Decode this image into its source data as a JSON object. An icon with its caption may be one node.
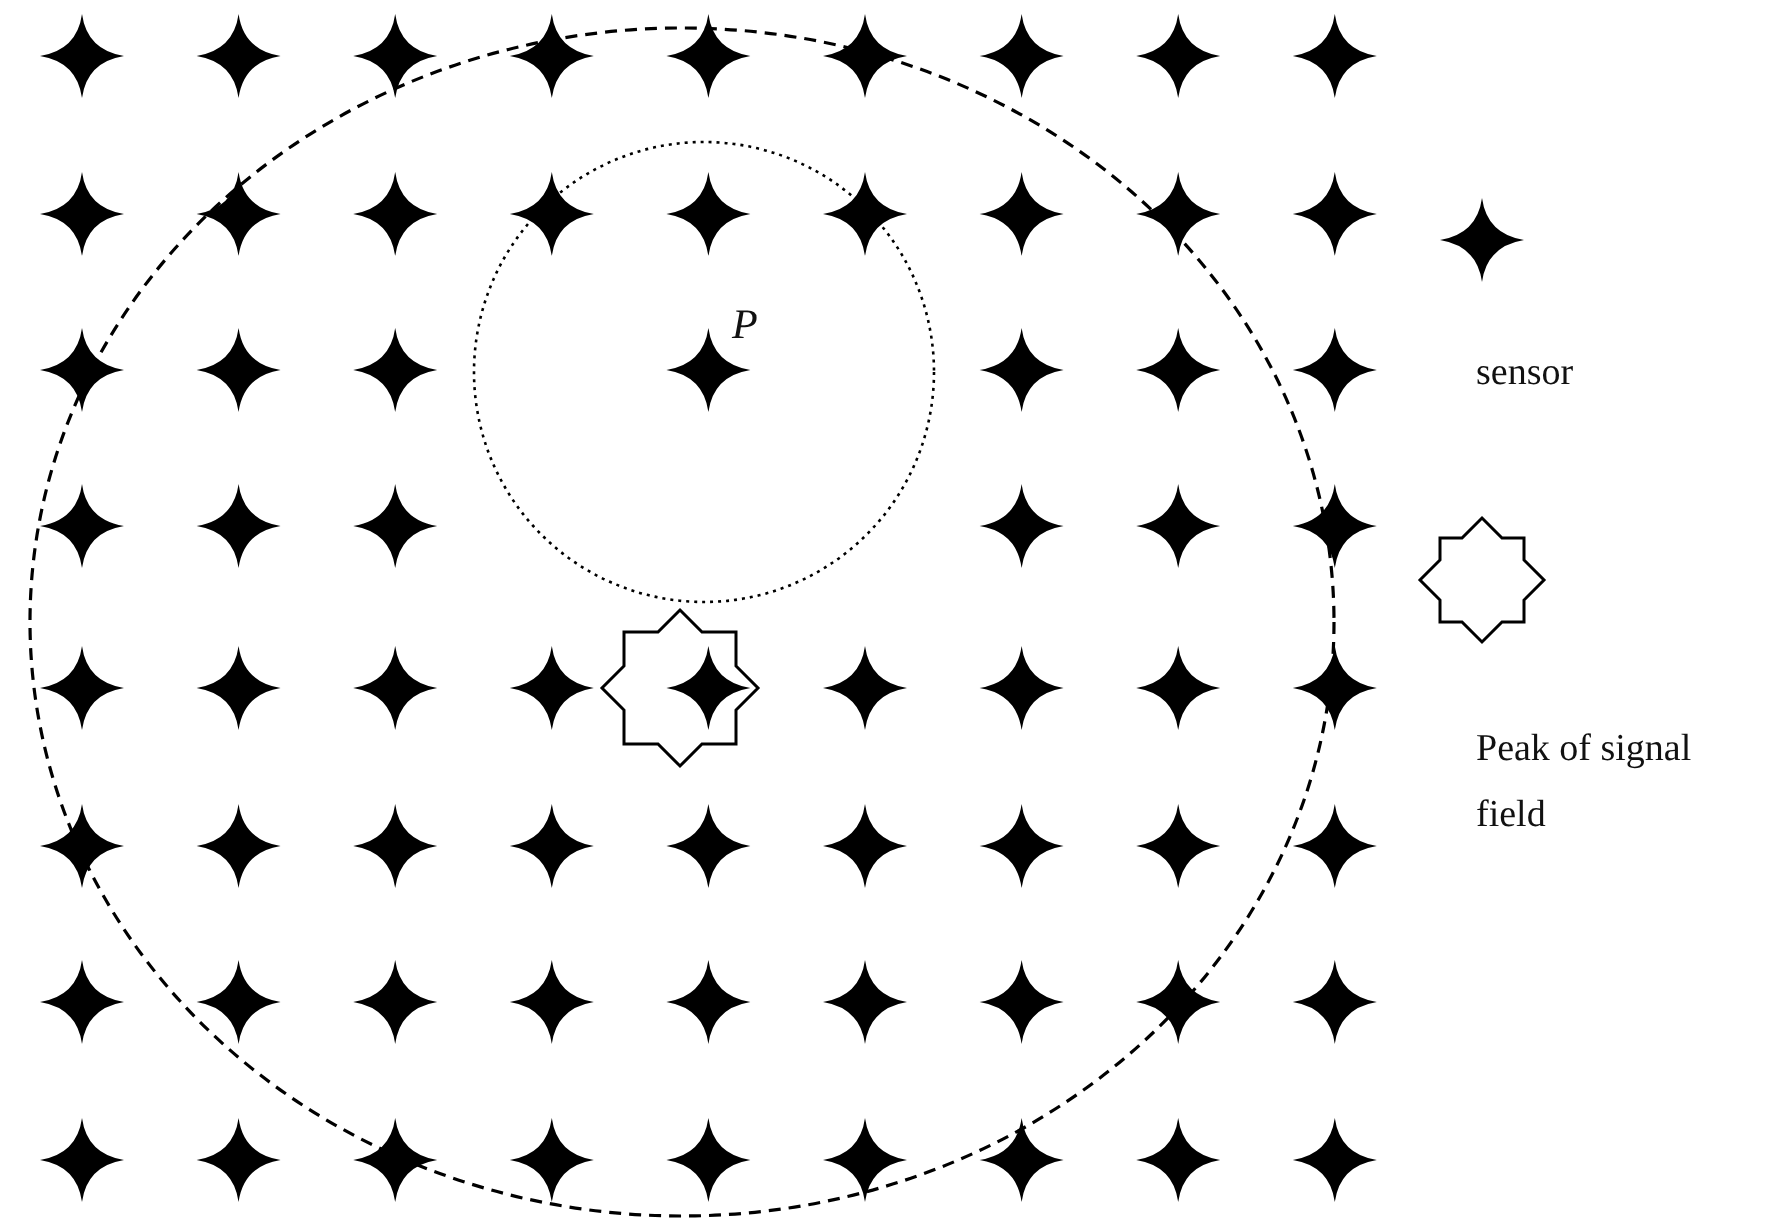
{
  "diagram": {
    "labels": [
      "P"
    ],
    "legend": [
      {
        "text": "sensor"
      },
      {
        "text": "Peak of signal field"
      }
    ]
  }
}
